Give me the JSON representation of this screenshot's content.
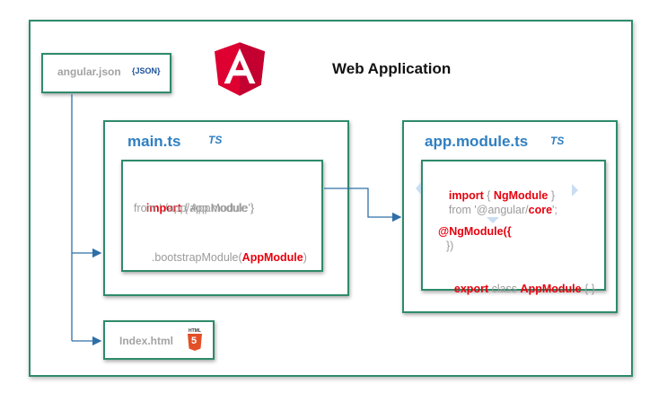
{
  "title": "Web Application",
  "angular_json": {
    "label": "angular.json",
    "badge": "{JSON}"
  },
  "main_ts": {
    "title": "main.ts",
    "badge": "TS",
    "code": {
      "import_kw": "import",
      "import_rest": " { AppModule }",
      "from_line": "from './app/app.module';",
      "bootstrap_prefix": ".bootstrapModule(",
      "bootstrap_arg": "AppModule",
      "bootstrap_suffix": ")"
    }
  },
  "app_module_ts": {
    "title": "app.module.ts",
    "badge": "TS",
    "code": {
      "import_kw": "import",
      "import_open": " { ",
      "import_name": "NgModule",
      "import_close": " }",
      "from_prefix": "from '@angular/",
      "from_core": "core",
      "from_suffix": "';",
      "decorator": "@NgModule({",
      "decorator_close": "})",
      "export_kw": "export",
      "class_kw": " class ",
      "class_name": "AppModule",
      "class_body": " { }"
    }
  },
  "index_html": {
    "label": "Index.html",
    "badge_top": "HTML",
    "badge": "5"
  },
  "colors": {
    "border": "#2e8b6a",
    "arrow": "#2f6fa8",
    "accent_red": "#e8000d",
    "title_blue": "#2f7fc1",
    "angular_red": "#dd0031"
  },
  "icons": {
    "logo": "angular-logo-icon",
    "ts": "typescript-icon",
    "html5": "html5-icon"
  }
}
